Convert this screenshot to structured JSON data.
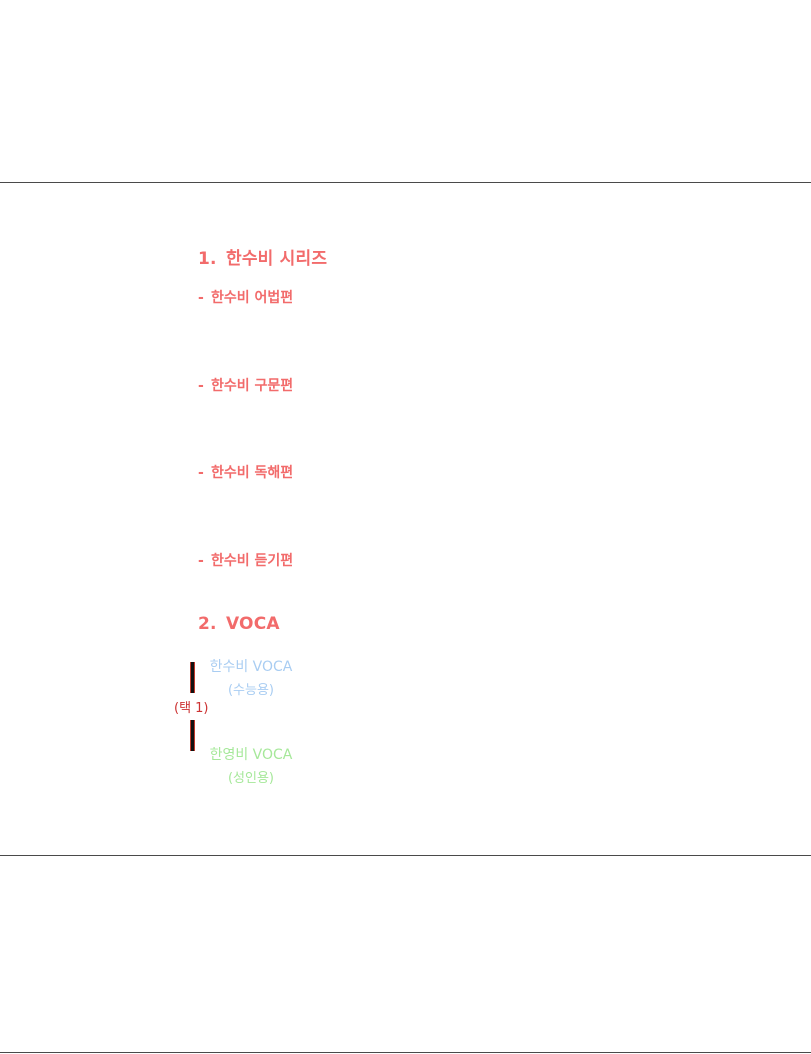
{
  "sections": [
    {
      "number": "1.",
      "title": "한수비 시리즈",
      "items": [
        {
          "dash": "-",
          "label": "한수비 어법편"
        },
        {
          "dash": "-",
          "label": "한수비 구문편"
        },
        {
          "dash": "-",
          "label": "한수비 독해편"
        },
        {
          "dash": "-",
          "label": "한수비 듣기편"
        }
      ]
    },
    {
      "number": "2.",
      "title": "VOCA",
      "pick_label": "(택 1)",
      "options": [
        {
          "name": "한수비 VOCA",
          "sub": "(수능용)",
          "color": "#a9cdf2"
        },
        {
          "name": "한영비 VOCA",
          "sub": "(성인용)",
          "color": "#a6e89a"
        }
      ]
    }
  ],
  "colors": {
    "accent": "#f26b6b",
    "rule": "#4a4a4a",
    "pick": "#cc3333"
  }
}
